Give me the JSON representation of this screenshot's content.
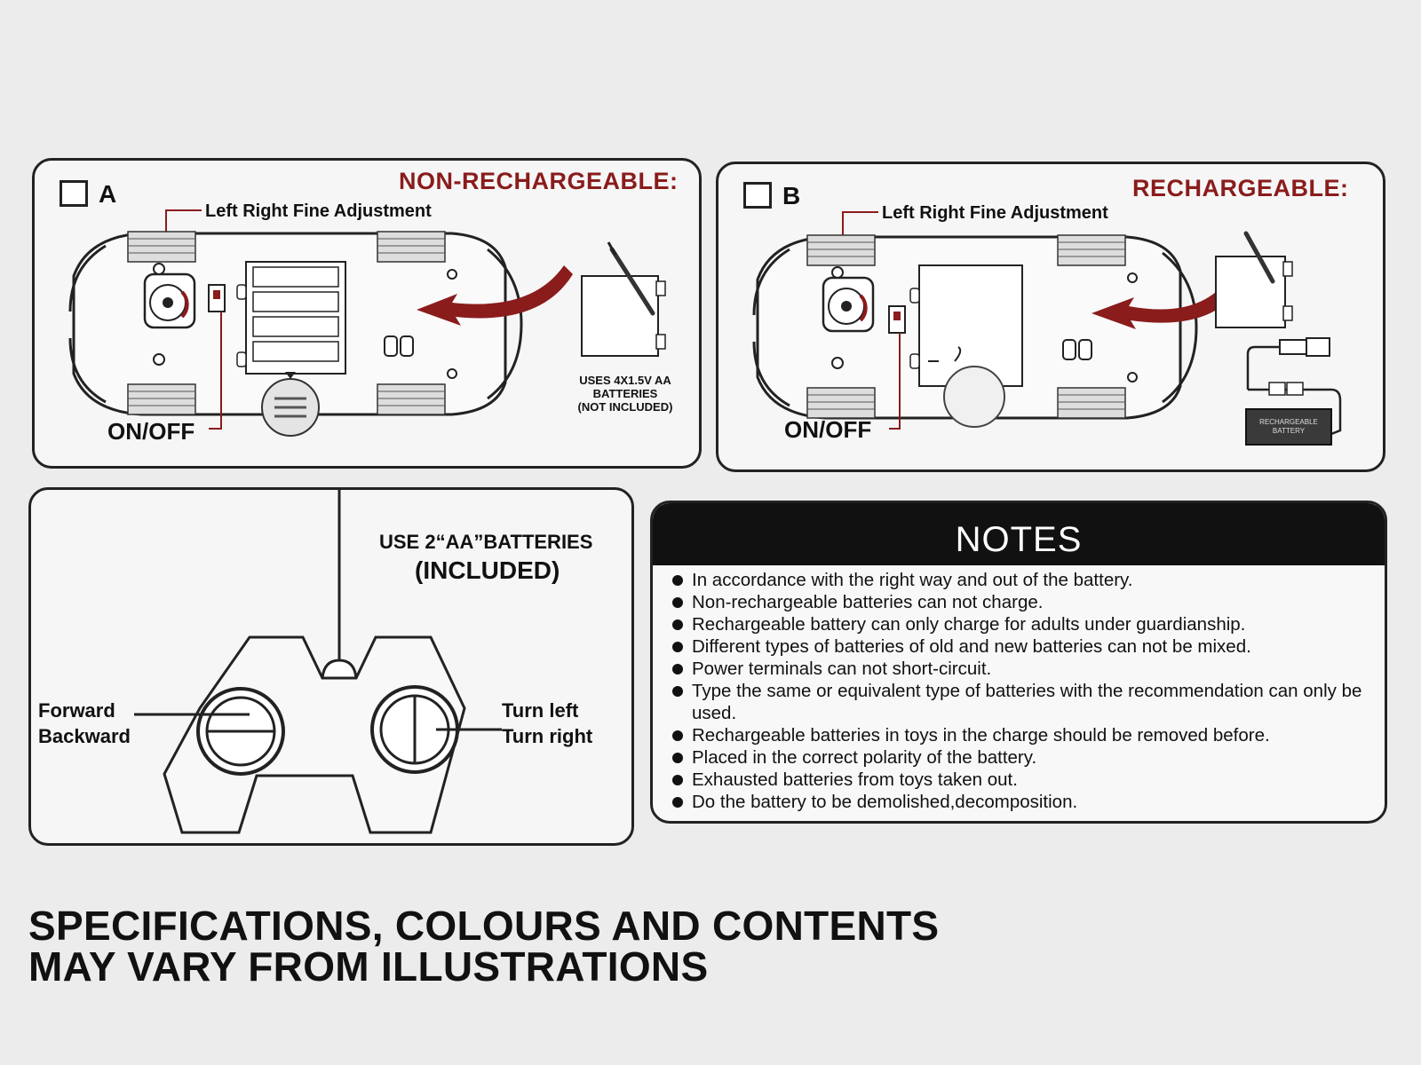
{
  "panel_a": {
    "letter": "A",
    "title": "NON-RECHARGEABLE:",
    "adjust_label": "Left Right Fine Adjustment",
    "onoff_label": "ON/OFF",
    "battery_note": [
      "USES 4X1.5V AA",
      "BATTERIES",
      "(NOT INCLUDED)"
    ]
  },
  "panel_b": {
    "letter": "B",
    "title": "RECHARGEABLE:",
    "adjust_label": "Left Right Fine Adjustment",
    "onoff_label": "ON/OFF",
    "battery_label": [
      "RECHARGEABLE",
      "BATTERY"
    ]
  },
  "remote": {
    "battery_line1": "USE 2“AA”BATTERIES",
    "battery_line2": "(INCLUDED)",
    "left_stick": [
      "Forward",
      "Backward"
    ],
    "right_stick": [
      "Turn left",
      "Turn right"
    ]
  },
  "notes": {
    "title": "NOTES",
    "items": [
      "In accordance with the right way and out of the battery.",
      "Non-rechargeable batteries can not charge.",
      "Rechargeable battery can only charge for adults under guardianship.",
      "Different types of batteries of old and new batteries can not be mixed.",
      "Power terminals can not short-circuit.",
      "Type the same or equivalent type of batteries with the recommendation can only be used.",
      "Rechargeable batteries in toys in the charge should be removed before.",
      "Placed in the correct polarity of the battery.",
      "Exhausted batteries from toys taken out.",
      "Do the battery to be demolished,decomposition."
    ]
  },
  "disclaimer": [
    "SPECIFICATIONS, COLOURS AND CONTENTS",
    "MAY VARY FROM  ILLUSTRATIONS"
  ],
  "colors": {
    "accent": "#8a1c1c",
    "ink": "#111111",
    "paper": "#ececec"
  },
  "icons": [
    "car-chassis-icon",
    "battery-pack-icon",
    "screwdriver-icon",
    "curved-arrow-icon",
    "usb-charger-icon",
    "remote-control-icon"
  ]
}
